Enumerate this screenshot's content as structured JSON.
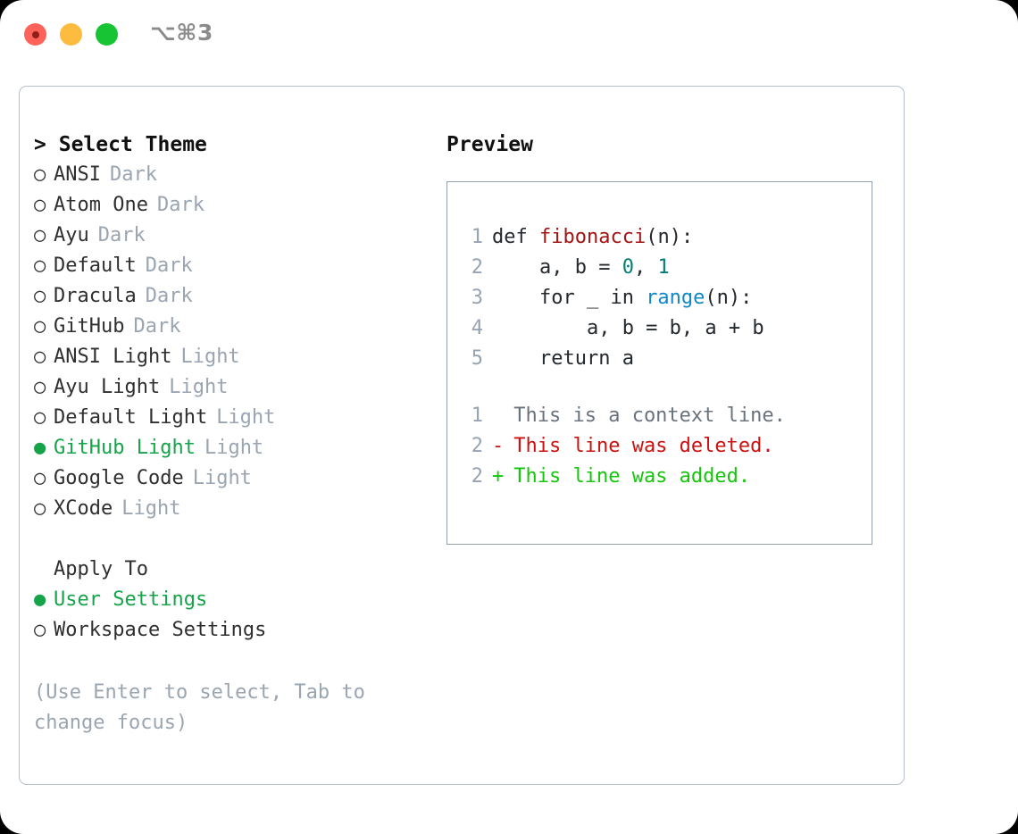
{
  "window": {
    "shortcut_label": "⌥⌘3",
    "traffic_lights": [
      "close",
      "minimize",
      "maximize"
    ],
    "colors": {
      "close": "#ff6259",
      "minimize": "#fdbc40",
      "maximize": "#16c434",
      "accent_green": "#16a34a",
      "muted": "#9aa5b1",
      "card_border": "#b6c0cc",
      "preview_border": "#94a0ae"
    }
  },
  "theme_panel": {
    "caret": ">",
    "title": "Select Theme",
    "bullet_unselected": "○",
    "bullet_selected": "●",
    "options": [
      {
        "name": "ANSI",
        "variant": "Dark",
        "selected": false
      },
      {
        "name": "Atom One",
        "variant": "Dark",
        "selected": false
      },
      {
        "name": "Ayu",
        "variant": "Dark",
        "selected": false
      },
      {
        "name": "Default",
        "variant": "Dark",
        "selected": false
      },
      {
        "name": "Dracula",
        "variant": "Dark",
        "selected": false
      },
      {
        "name": "GitHub",
        "variant": "Dark",
        "selected": false
      },
      {
        "name": "ANSI Light",
        "variant": "Light",
        "selected": false
      },
      {
        "name": "Ayu Light",
        "variant": "Light",
        "selected": false
      },
      {
        "name": "Default Light",
        "variant": "Light",
        "selected": false
      },
      {
        "name": "GitHub Light",
        "variant": "Light",
        "selected": true
      },
      {
        "name": "Google Code",
        "variant": "Light",
        "selected": false
      },
      {
        "name": "XCode",
        "variant": "Light",
        "selected": false
      }
    ]
  },
  "apply_panel": {
    "title": "Apply To",
    "options": [
      {
        "name": "User Settings",
        "selected": true
      },
      {
        "name": "Workspace Settings",
        "selected": false
      }
    ]
  },
  "hint": {
    "text": "(Use Enter to select, Tab to change focus)"
  },
  "preview": {
    "title": "Preview",
    "code_lines": [
      {
        "num": "1",
        "tokens": [
          {
            "t": "def ",
            "c": "plain"
          },
          {
            "t": "fibonacci",
            "c": "fn"
          },
          {
            "t": "(n):",
            "c": "plain"
          }
        ]
      },
      {
        "num": "2",
        "tokens": [
          {
            "t": "    a, b = ",
            "c": "plain"
          },
          {
            "t": "0",
            "c": "num"
          },
          {
            "t": ", ",
            "c": "plain"
          },
          {
            "t": "1",
            "c": "num"
          }
        ]
      },
      {
        "num": "3",
        "tokens": [
          {
            "t": "    for _ in ",
            "c": "plain"
          },
          {
            "t": "range",
            "c": "builtin"
          },
          {
            "t": "(n):",
            "c": "plain"
          }
        ]
      },
      {
        "num": "4",
        "tokens": [
          {
            "t": "        a, b = b, a + b",
            "c": "plain"
          }
        ]
      },
      {
        "num": "5",
        "tokens": [
          {
            "t": "    return a",
            "c": "plain"
          }
        ]
      }
    ],
    "diff_lines": [
      {
        "num": "1",
        "sign": " ",
        "text": " This is a context line.",
        "kind": "ctx"
      },
      {
        "num": "2",
        "sign": "-",
        "text": " This line was deleted.",
        "kind": "del"
      },
      {
        "num": "2",
        "sign": "+",
        "text": " This line was added.",
        "kind": "add"
      }
    ]
  }
}
